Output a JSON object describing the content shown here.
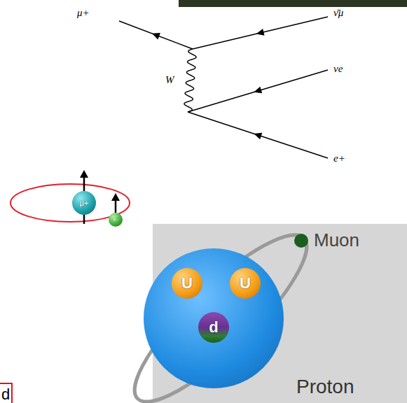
{
  "diagram": {
    "nodes": [
      {
        "text": [
          "μ+"
        ]
      },
      {
        "text": [
          "e-"
        ]
      },
      {
        "text": [
          "Proton"
        ]
      },
      {
        "text": [
          "U"
        ],
        "in": 2
      },
      {
        "text": [
          "U"
        ],
        "in": 2
      },
      {
        "text": [
          "d"
        ],
        "in": 2
      },
      {
        "text": [
          "d"
        ]
      }
    ],
    "labels": [
      "μ+",
      "ν̄μ",
      "νe",
      "W",
      "e+",
      "Muon"
    ]
  }
}
